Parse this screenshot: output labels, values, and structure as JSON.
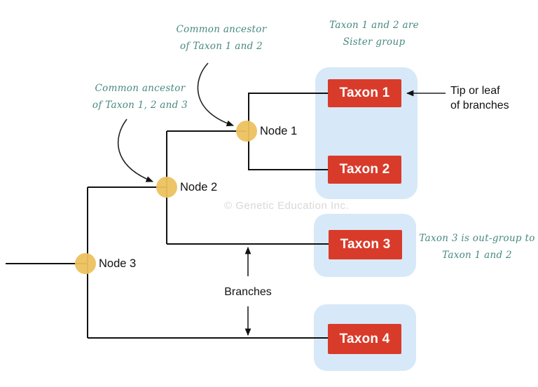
{
  "colors": {
    "taxon_box": "#d93b2a",
    "taxon_label": "#ffffff",
    "group_box": "#d7e9f8",
    "node_circle": "#ecc15e",
    "branch_line": "#111111",
    "teal_annotation": "#47897f",
    "black_label": "#111111",
    "watermark": "#d8d8d8"
  },
  "taxa": [
    {
      "label": "Taxon 1"
    },
    {
      "label": "Taxon 2"
    },
    {
      "label": "Taxon 3"
    },
    {
      "label": "Taxon 4"
    }
  ],
  "nodes": [
    {
      "label": "Node 1"
    },
    {
      "label": "Node 2"
    },
    {
      "label": "Node 3"
    }
  ],
  "annotations": {
    "common_ancestor_12": {
      "line1": "Common ancestor",
      "line2": "of Taxon 1 and 2"
    },
    "sister_group": {
      "line1": "Taxon 1 and 2 are",
      "line2": "Sister group"
    },
    "common_ancestor_123": {
      "line1": "Common ancestor",
      "line2": "of Taxon 1, 2 and 3"
    },
    "outgroup": {
      "line1": "Taxon 3 is out-group to",
      "line2": "Taxon 1 and 2"
    },
    "tip_or_leaf": {
      "line1": "Tip or leaf",
      "line2": "of branches"
    },
    "branches_label": "Branches"
  },
  "watermark": "© Genetic Education Inc."
}
